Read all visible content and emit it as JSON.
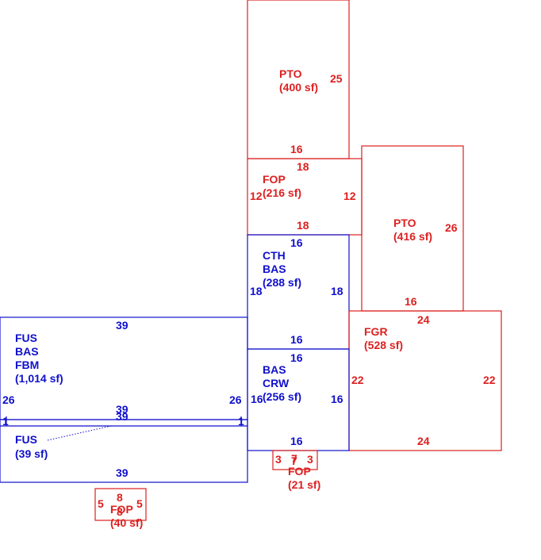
{
  "colors": {
    "living": "#1010cc",
    "other": "#dd2020"
  },
  "areas": {
    "pto_top": {
      "code": "PTO",
      "area": "(400 sf)",
      "dims": {
        "right": "25",
        "bottom": "16"
      }
    },
    "fop_upper": {
      "code": "FOP",
      "area": "(216 sf)",
      "dims": {
        "top": "18",
        "left": "12",
        "right": "12",
        "bottom": "18"
      }
    },
    "pto_right": {
      "code": "PTO",
      "area": "(416 sf)",
      "dims": {
        "right": "26",
        "bottom": "16"
      }
    },
    "cth_bas": {
      "code1": "CTH",
      "code2": "BAS",
      "area": "(288 sf)",
      "dims": {
        "top": "16",
        "left": "18",
        "right": "18",
        "bottom": "16"
      }
    },
    "fgr": {
      "code": "FGR",
      "area": "(528 sf)",
      "dims": {
        "top": "24",
        "left": "22",
        "right": "22",
        "bottom": "24"
      }
    },
    "fus_main": {
      "code1": "FUS",
      "code2": "BAS",
      "code3": "FBM",
      "area": "(1,014 sf)",
      "dims": {
        "top": "39",
        "left": "26",
        "right": "26",
        "bottom": "39"
      }
    },
    "bas_crw": {
      "code1": "BAS",
      "code2": "CRW",
      "area": "(256 sf)",
      "dims": {
        "top": "16",
        "left": "16",
        "right": "16",
        "bottom": "16"
      }
    },
    "fus_strip": {
      "code": "FUS",
      "area": "(39 sf)",
      "dims": {
        "top": "39",
        "left": "1",
        "right": "1",
        "bottom": "39"
      }
    },
    "fop_small": {
      "code": "FOP",
      "area": "(21 sf)",
      "dims": {
        "left": "3",
        "top": "7",
        "right": "3",
        "bottom": "7"
      }
    },
    "fop_bottom": {
      "code": "FOP",
      "area": "(40 sf)",
      "dims": {
        "top": "8",
        "left": "5",
        "right": "5",
        "bottom": "8"
      }
    }
  }
}
